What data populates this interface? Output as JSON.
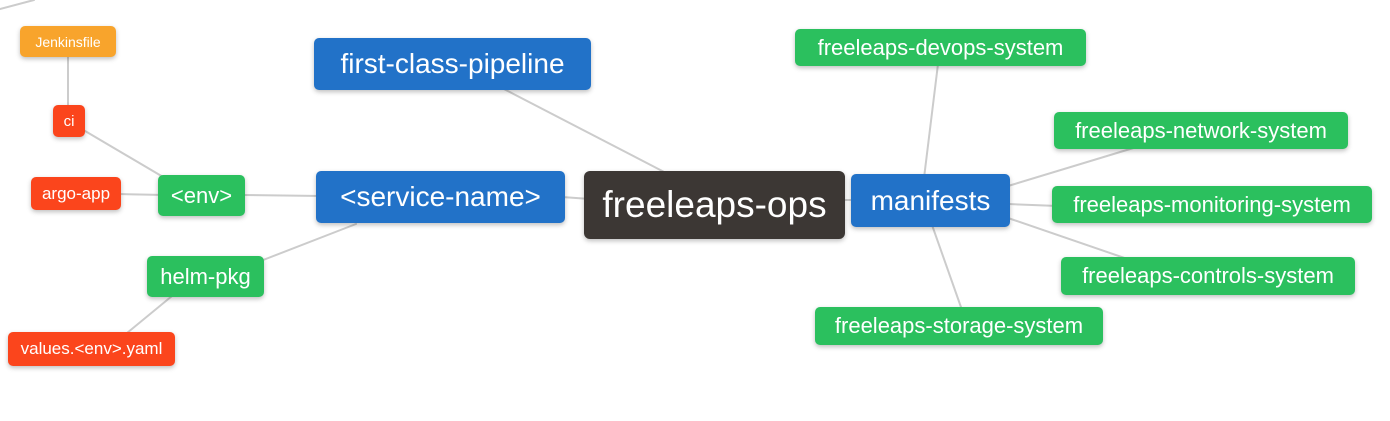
{
  "colors": {
    "root": "#3C3734",
    "branch": "#2272C8",
    "leaf": "#2BC05E",
    "file": "#FB451C",
    "jenkinsfile": "#F8A42C",
    "edge": "#CCCCCC",
    "node_text": "#FFFFFF",
    "background": "#FFFFFF"
  },
  "nodes": [
    {
      "id": "jenkinsfile",
      "label": "Jenkinsfile",
      "type": "jenkinsfile"
    },
    {
      "id": "ci",
      "label": "ci",
      "type": "file"
    },
    {
      "id": "argo-app",
      "label": "argo-app",
      "type": "file"
    },
    {
      "id": "env",
      "label": "<env>",
      "type": "leaf"
    },
    {
      "id": "first-class-pipeline",
      "label": "first-class-pipeline",
      "type": "branch"
    },
    {
      "id": "service-name",
      "label": "<service-name>",
      "type": "branch"
    },
    {
      "id": "freeleaps-ops",
      "label": "freeleaps-ops",
      "type": "root"
    },
    {
      "id": "manifests",
      "label": "manifests",
      "type": "branch"
    },
    {
      "id": "helm-pkg",
      "label": "helm-pkg",
      "type": "leaf"
    },
    {
      "id": "values-env-yaml",
      "label": "values.<env>.yaml",
      "type": "file"
    },
    {
      "id": "freeleaps-devops-system",
      "label": "freeleaps-devops-system",
      "type": "leaf"
    },
    {
      "id": "freeleaps-network-system",
      "label": "freeleaps-network-system",
      "type": "leaf"
    },
    {
      "id": "freeleaps-monitoring-system",
      "label": "freeleaps-monitoring-system",
      "type": "leaf"
    },
    {
      "id": "freeleaps-controls-system",
      "label": "freeleaps-controls-system",
      "type": "leaf"
    },
    {
      "id": "freeleaps-storage-system",
      "label": "freeleaps-storage-system",
      "type": "leaf"
    }
  ],
  "edges": [
    {
      "from": "Jenkinsfile",
      "to": "ci"
    },
    {
      "from": "ci",
      "to": "<env>"
    },
    {
      "from": "argo-app",
      "to": "<env>"
    },
    {
      "from": "<env>",
      "to": "<service-name>"
    },
    {
      "from": "helm-pkg",
      "to": "<service-name>"
    },
    {
      "from": "values.<env>.yaml",
      "to": "helm-pkg"
    },
    {
      "from": "first-class-pipeline",
      "to": "freeleaps-ops"
    },
    {
      "from": "<service-name>",
      "to": "freeleaps-ops"
    },
    {
      "from": "freeleaps-ops",
      "to": "manifests"
    },
    {
      "from": "manifests",
      "to": "freeleaps-devops-system"
    },
    {
      "from": "manifests",
      "to": "freeleaps-network-system"
    },
    {
      "from": "manifests",
      "to": "freeleaps-monitoring-system"
    },
    {
      "from": "manifests",
      "to": "freeleaps-controls-system"
    },
    {
      "from": "manifests",
      "to": "freeleaps-storage-system"
    }
  ]
}
